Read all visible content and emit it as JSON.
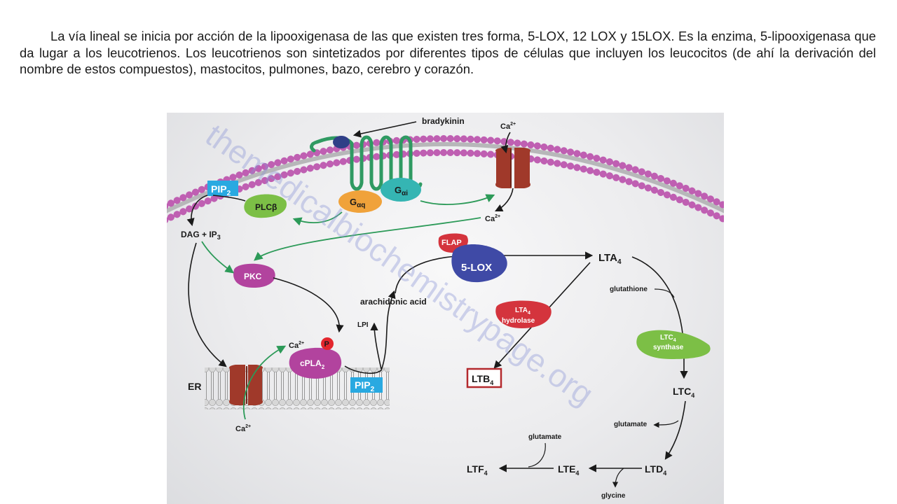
{
  "paragraph": "La vía lineal se inicia por acción de la lipooxigenasa de las que existen tres forma, 5-LOX, 12 LOX y 15LOX. Es la enzima, 5-lipooxigenasa que da lugar a los leucotrienos. Los leucotrienos son sintetizados por diferentes tipos de células que incluyen los leucocitos (de ahí la derivación del nombre de estos compuestos), mastocitos, pulmones, bazo, cerebro y corazón.",
  "diagram": {
    "watermark": "themedicalbiochemistrypage.org",
    "bradykinin": "bradykinin",
    "ca_top": "Ca",
    "ca_sup": "2+",
    "ca_mid": "Ca",
    "ca_bottom": "Ca",
    "ca_cpla2": "Ca",
    "pip2_top": "PIP",
    "pip2_bottom": "PIP",
    "sub_2": "2",
    "plcb": "PLCβ",
    "gaq_g": "G",
    "gaq_sub": "αq",
    "gai_g": "G",
    "gai_sub": "αi",
    "dag": "DAG + IP",
    "sub_3": "3",
    "pkc": "PKC",
    "flap": "FLAP",
    "lox": "5-LOX",
    "lta4": "LTA",
    "sub_4": "4",
    "arachidonic": "arachidonic acid",
    "lpi": "LPI",
    "p": "P",
    "cpla2": "cPLA",
    "er": "ER",
    "lta4_hydrolase_1": "LTA",
    "lta4_hydrolase_2": "hydrolase",
    "ltb4": "LTB",
    "glutathione": "glutathione",
    "ltc4_synthase_1": "LTC",
    "ltc4_synthase_2": "synthase",
    "ltc4": "LTC",
    "glutamate_1": "glutamate",
    "ltd4": "LTD",
    "glycine": "glycine",
    "lte4": "LTE",
    "glutamate_2": "glutamate",
    "ltf4": "LTF",
    "colors": {
      "membrane_head": "#b455a6",
      "channel": "#a0392a",
      "receptor": "#2f9a62",
      "pip2": "#29a9e1",
      "plcb": "#7cbf46",
      "gaq": "#f0a23a",
      "gai": "#35b5b3",
      "pkc": "#b2439e",
      "flap": "#d4343d",
      "lox": "#3f4aa6",
      "hydrolase": "#d4343d",
      "synthase": "#7cbf46",
      "ltb4_box": "#b3292d",
      "green_arrow": "#2c9a58"
    }
  }
}
